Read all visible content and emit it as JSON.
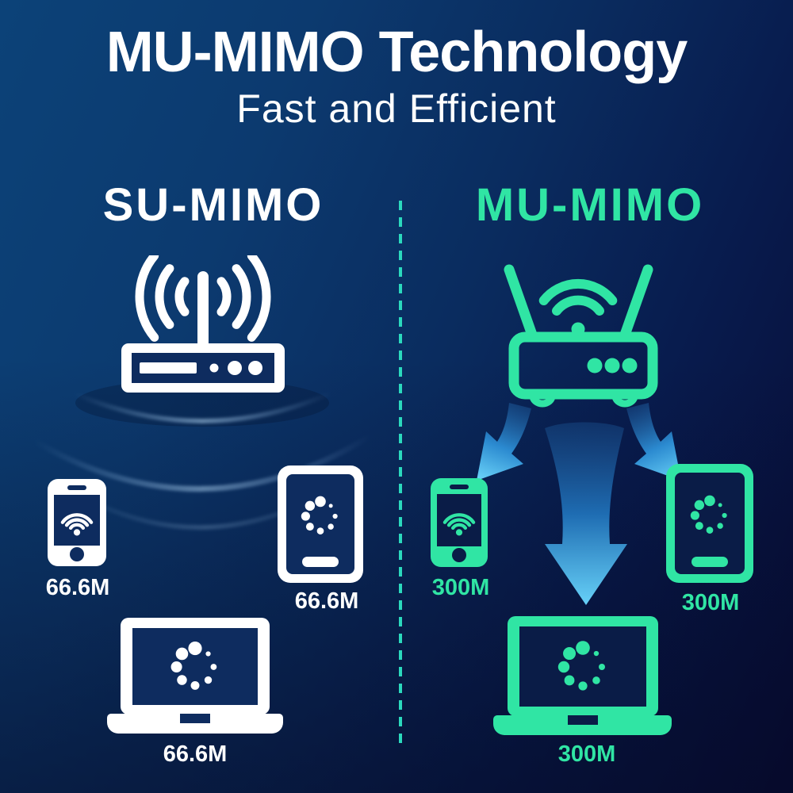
{
  "header": {
    "title": "MU-MIMO Technology",
    "subtitle": "Fast and Efficient"
  },
  "left_panel": {
    "heading": "SU-MIMO",
    "devices": [
      {
        "type": "smartphone",
        "speed": "66.6M"
      },
      {
        "type": "tablet",
        "speed": "66.6M"
      },
      {
        "type": "laptop",
        "speed": "66.6M"
      }
    ]
  },
  "right_panel": {
    "heading": "MU-MIMO",
    "devices": [
      {
        "type": "smartphone",
        "speed": "300M"
      },
      {
        "type": "tablet",
        "speed": "300M"
      },
      {
        "type": "laptop",
        "speed": "300M"
      }
    ]
  },
  "colors": {
    "accent_green": "#30E5A4",
    "divider_teal": "#2BD9BD",
    "arrow_blue_light": "#67D1F8",
    "arrow_blue_mid": "#1E6CB2",
    "device_white": "#FFFFFF",
    "background_top_left": "#0C4278",
    "background_bottom_right": "#070B34"
  }
}
